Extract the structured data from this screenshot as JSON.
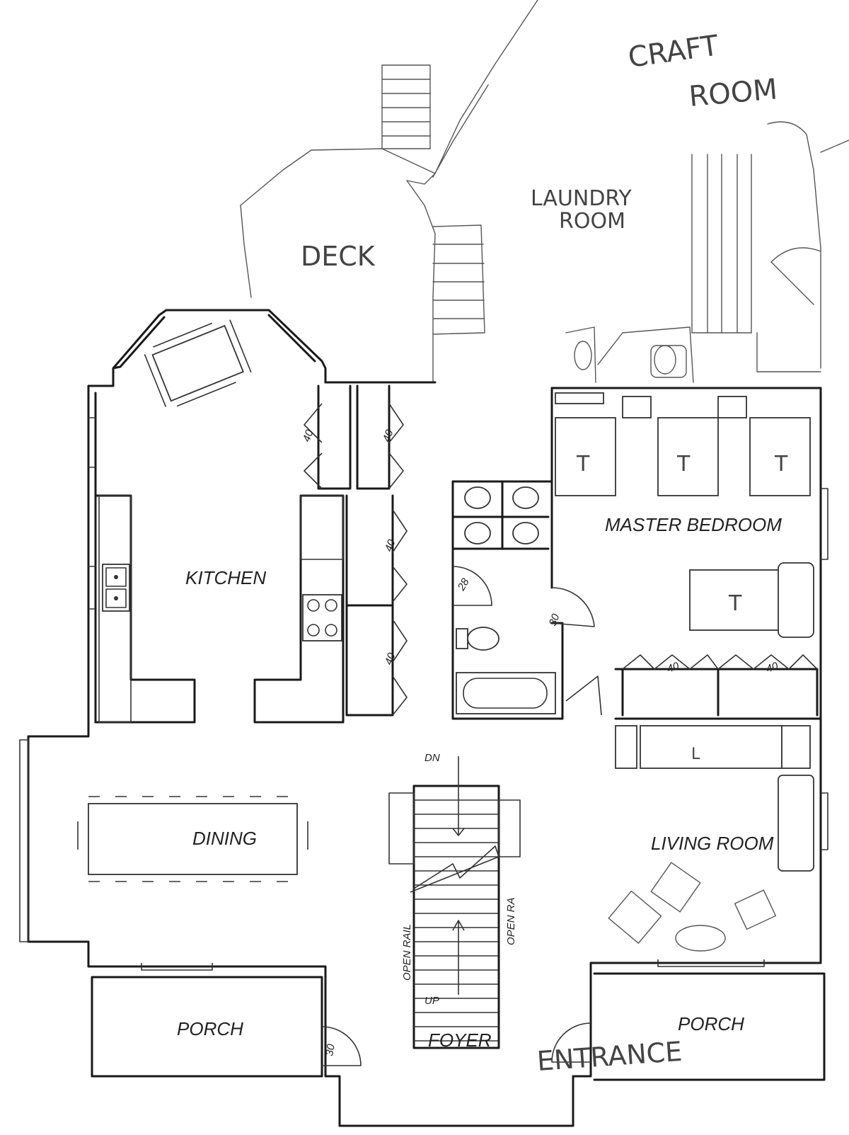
{
  "rooms": {
    "craft_room": {
      "line1": "CRAFT",
      "line2": "ROOM"
    },
    "laundry_room": {
      "line1": "LAUNDRY",
      "line2": "ROOM"
    },
    "deck": "DECK",
    "kitchen": "KITCHEN",
    "master_bedroom": "MASTER BEDROOM",
    "dining": "DINING",
    "living_room": "LIVING ROOM",
    "porch_left": "PORCH",
    "porch_right": "PORCH",
    "foyer": "FOYER",
    "entrance": "ENTRANCE"
  },
  "stairs": {
    "down": "DN",
    "up": "UP",
    "rail_left": "OPEN RAIL",
    "rail_right": "OPEN RA"
  },
  "door_sizes": {
    "pantry_1": "40",
    "pantry_2": "40",
    "closet_1": "40",
    "closet_2": "40",
    "bath_1": "28",
    "bath_2": "30",
    "bedroom_closet_1": "40",
    "bedroom_closet_2": "40",
    "porch_door": "30"
  },
  "furniture_marks": {
    "bed_1": "T",
    "bed_2": "T",
    "bed_3": "T",
    "bed_4": "T",
    "desk": "L"
  }
}
